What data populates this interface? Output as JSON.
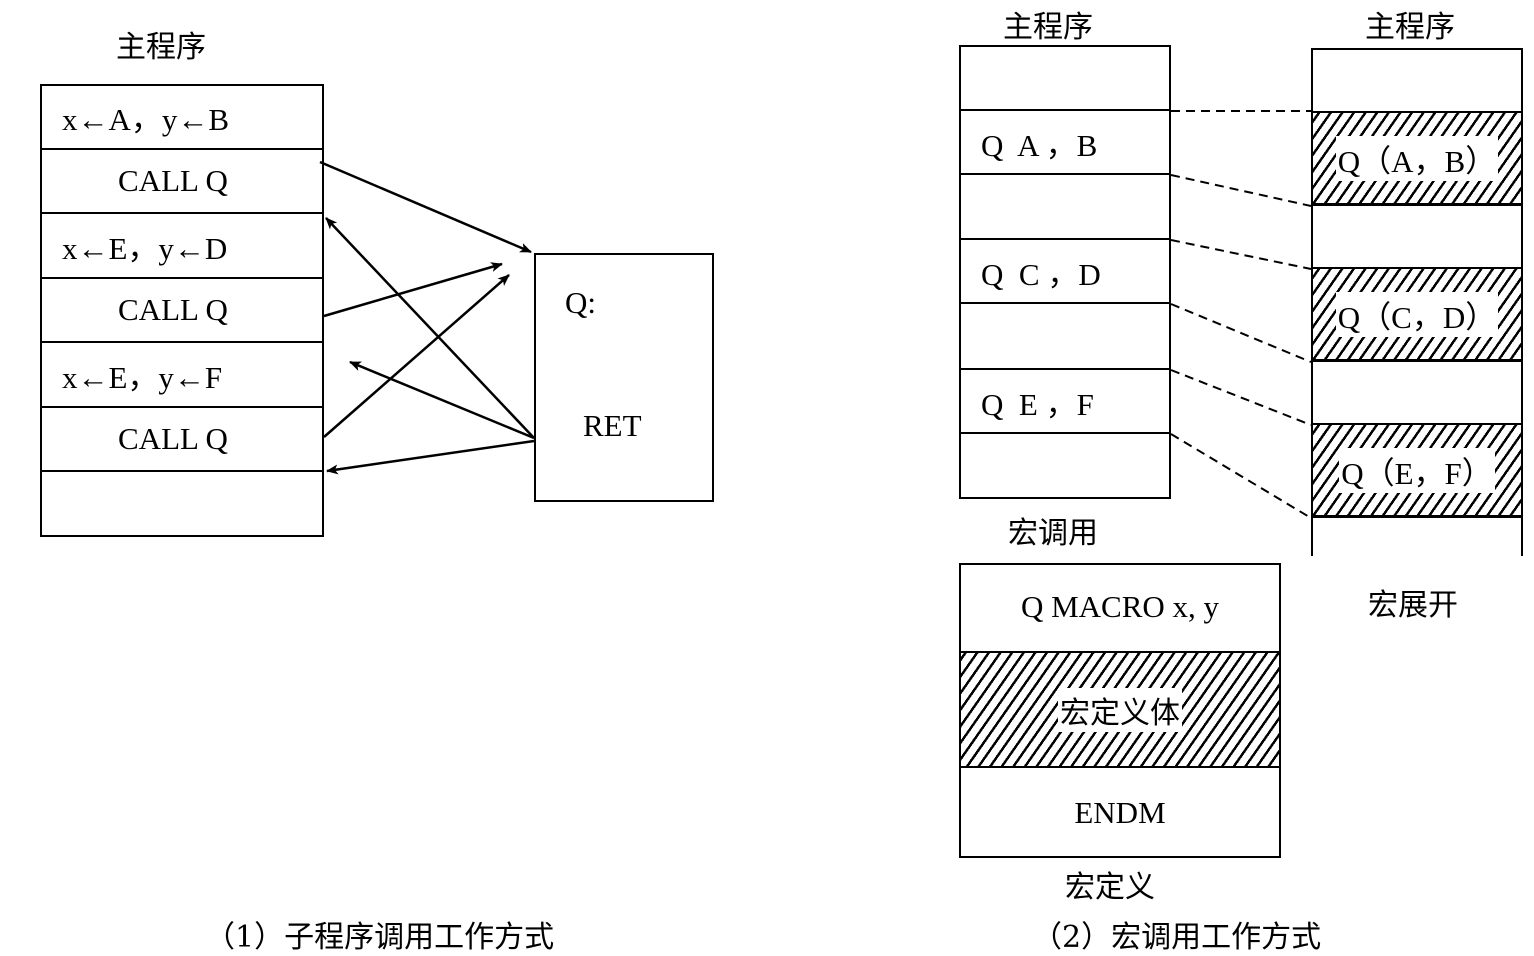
{
  "left": {
    "main_title": "主程序",
    "rows": [
      "x←A，y←B",
      "CALL Q",
      "x←E，y←D",
      "CALL Q",
      "x←E，y←F",
      "CALL Q",
      ""
    ],
    "subroutine": {
      "entry": "Q:",
      "ret": "RET"
    },
    "caption": "（1）子程序调用工作方式"
  },
  "right": {
    "call_title": "主程序",
    "call_rows": [
      "",
      "Q  A ，B",
      "",
      "Q  C ，D",
      "",
      "Q  E ，F",
      ""
    ],
    "call_label": "宏调用",
    "expand_title": "主程序",
    "expand_rows": [
      "",
      "Q（A，B）",
      "",
      "Q（C，D）",
      "",
      "Q（E，F）",
      ""
    ],
    "expand_label": "宏展开",
    "macro_def": {
      "header": "Q MACRO x, y",
      "body": "宏定义体",
      "end": "ENDM"
    },
    "def_label": "宏定义",
    "caption": "（2）宏调用工作方式"
  }
}
